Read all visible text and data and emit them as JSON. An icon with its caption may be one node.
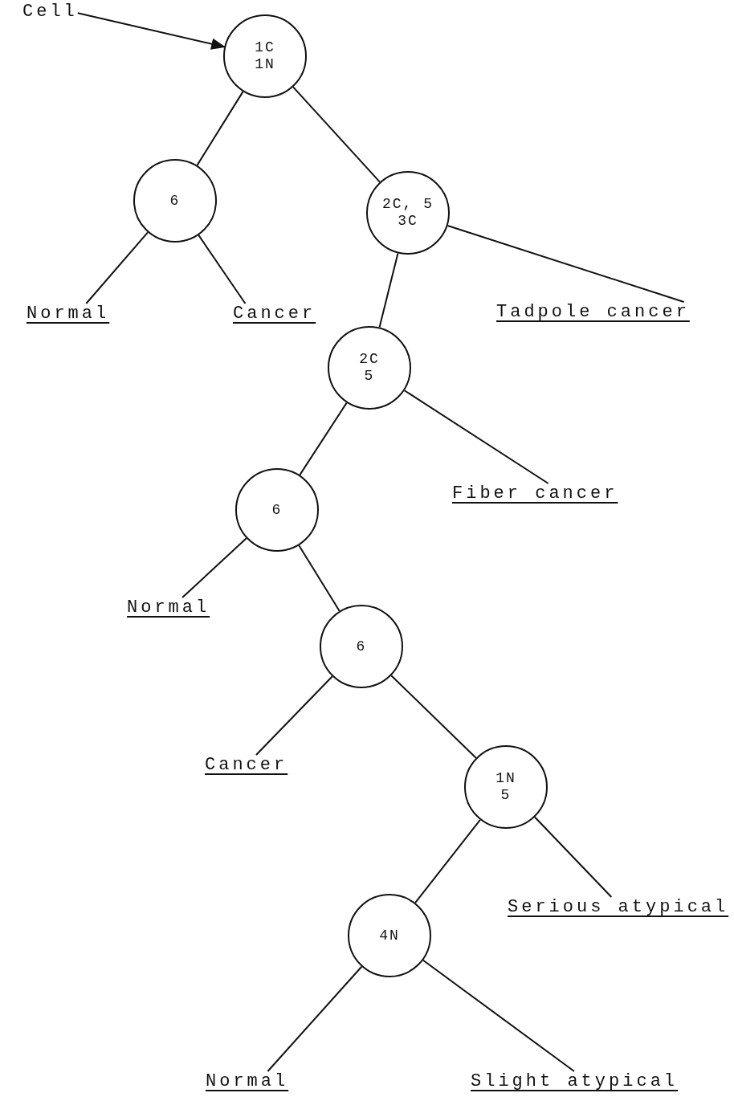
{
  "diagram": {
    "nodes": [
      {
        "text": [
          "Cell"
        ]
      },
      {
        "text": [
          "1C 1N"
        ]
      },
      {
        "text": [
          "6"
        ]
      },
      {
        "text": [
          "2C, 5 3C"
        ]
      },
      {
        "text": [
          "Normal"
        ]
      },
      {
        "text": [
          "Cancer"
        ]
      },
      {
        "text": [
          "Tadpole cancer"
        ]
      },
      {
        "text": [
          "2C 5"
        ]
      },
      {
        "text": [
          "Fiber cancer"
        ]
      },
      {
        "text": [
          "6"
        ]
      },
      {
        "text": [
          "Normal"
        ]
      },
      {
        "text": [
          "6"
        ]
      },
      {
        "text": [
          "Cancer"
        ]
      },
      {
        "text": [
          "1N 5"
        ]
      },
      {
        "text": [
          "4N"
        ]
      },
      {
        "text": [
          "Serious atypical"
        ]
      },
      {
        "text": [
          "Normal"
        ]
      },
      {
        "text": [
          "Slight atypical"
        ]
      }
    ],
    "edges": [
      {
        "from": 0,
        "to": 1,
        "arrow": "to"
      },
      {
        "from": 1,
        "to": 2,
        "arrow": "none"
      },
      {
        "from": 1,
        "to": 3,
        "arrow": "none"
      },
      {
        "from": 2,
        "to": 4,
        "arrow": "none"
      },
      {
        "from": 2,
        "to": 5,
        "arrow": "none"
      },
      {
        "from": 3,
        "to": 7,
        "arrow": "none"
      },
      {
        "from": 3,
        "to": 6,
        "arrow": "none"
      },
      {
        "from": 7,
        "to": 9,
        "arrow": "none"
      },
      {
        "from": 7,
        "to": 8,
        "arrow": "none"
      },
      {
        "from": 9,
        "to": 10,
        "arrow": "none"
      },
      {
        "from": 9,
        "to": 11,
        "arrow": "none"
      },
      {
        "from": 11,
        "to": 12,
        "arrow": "none"
      },
      {
        "from": 11,
        "to": 13,
        "arrow": "none"
      },
      {
        "from": 13,
        "to": 14,
        "arrow": "none"
      },
      {
        "from": 13,
        "to": 15,
        "arrow": "none"
      },
      {
        "from": 14,
        "to": 16,
        "arrow": "none"
      },
      {
        "from": 14,
        "to": 17,
        "arrow": "none"
      }
    ]
  }
}
